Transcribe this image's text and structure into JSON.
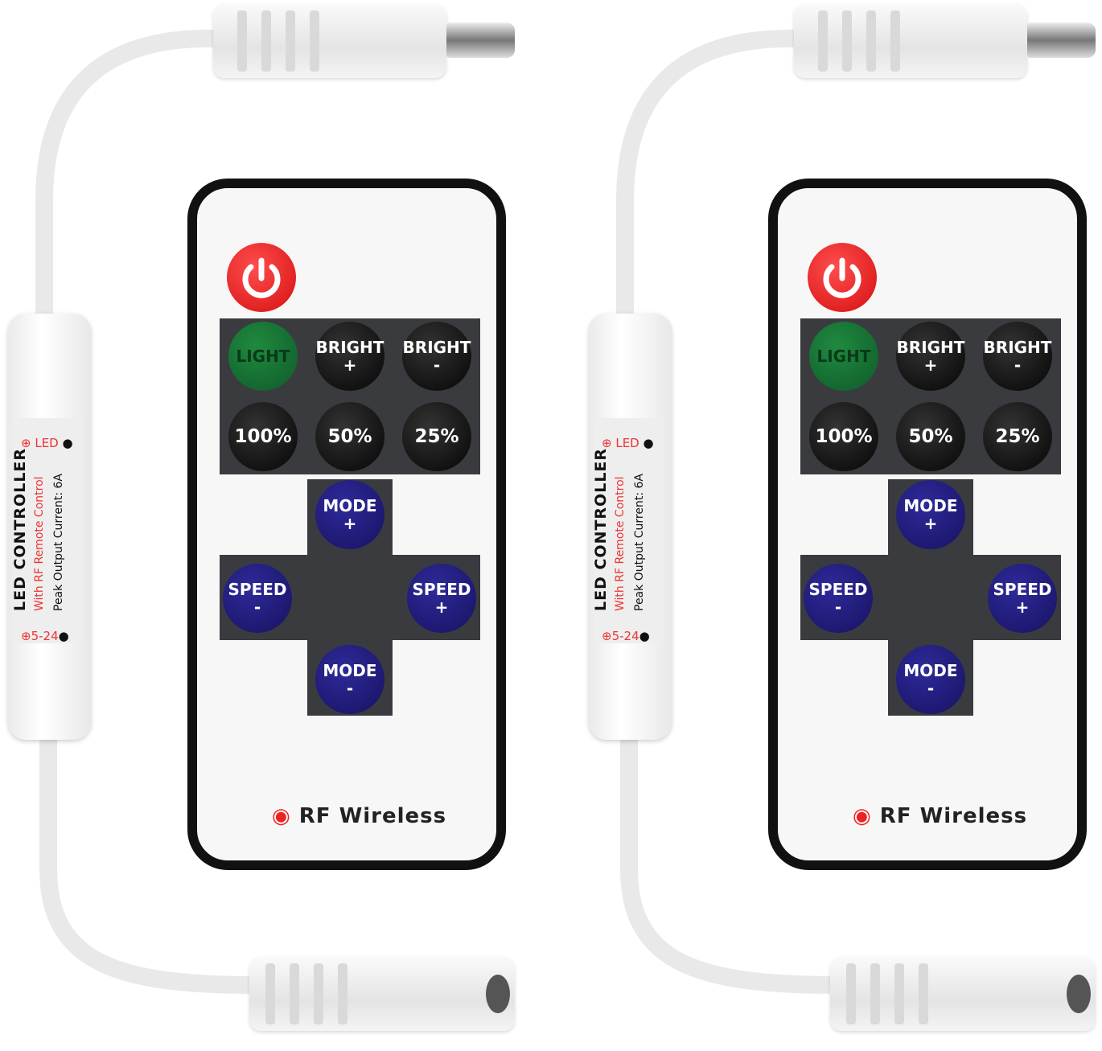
{
  "kits": [
    {
      "controller": {
        "title": "LED CONTROLLER",
        "subtitle": "With RF Remote Control",
        "spec": "Peak Output Current: 6A",
        "led_label": "LED",
        "voltage_label": "5-24"
      },
      "remote": {
        "buttons": [
          "LIGHT",
          "BRIGHT +",
          "BRIGHT -",
          "100%",
          "50%",
          "25%"
        ],
        "dpad": [
          "MODE +",
          "SPEED -",
          "SPEED +",
          "MODE -"
        ],
        "footer": "RF Wireless"
      }
    },
    {
      "controller": {
        "title": "LED CONTROLLER",
        "subtitle": "With RF Remote Control",
        "spec": "Peak Output Current: 6A",
        "led_label": "LED",
        "voltage_label": "5-24"
      },
      "remote": {
        "buttons": [
          "LIGHT",
          "BRIGHT +",
          "BRIGHT -",
          "100%",
          "50%",
          "25%"
        ],
        "dpad": [
          "MODE +",
          "SPEED -",
          "SPEED +",
          "MODE -"
        ],
        "footer": "RF Wireless"
      }
    }
  ],
  "colors": {
    "power": "#e01515",
    "light_button": "#136b32",
    "mode_speed": "#1e1a6e",
    "panel": "#3a3b3e"
  }
}
